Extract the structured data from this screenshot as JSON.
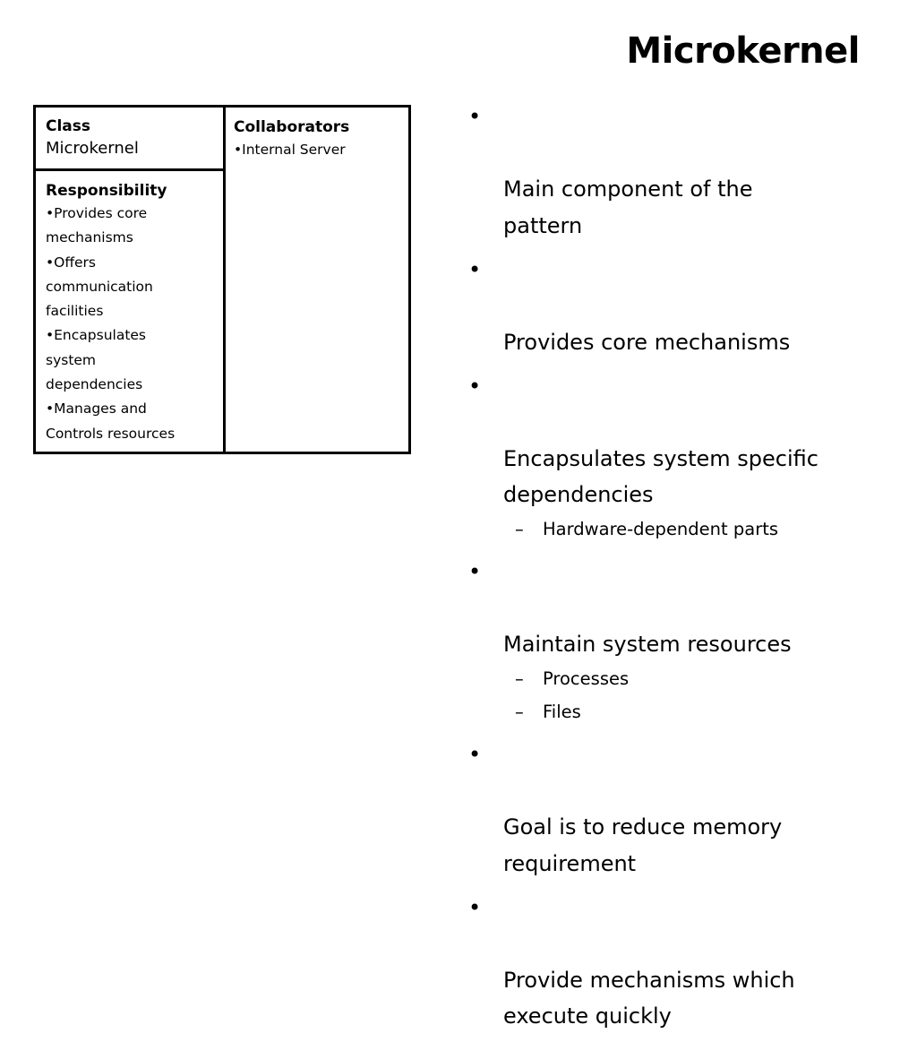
{
  "title": "Microkernel",
  "crc_card": {
    "class_label": "Class",
    "class_name": "Microkernel",
    "responsibility_label": "Responsibility",
    "responsibilities": [
      "•Provides core\nmechanisms",
      "•Offers\ncommunication\nfacilities",
      "•Encapsulates\nsystem\ndependencies",
      "•Manages and\nControls resources"
    ],
    "collaborators_label": "Collaborators",
    "collaborators": [
      "•Internal Server"
    ]
  },
  "bullets": {
    "marker": "•",
    "sub_marker": "–",
    "items": [
      "Main component of the\npattern",
      "Provides core mechanisms",
      "Encapsulates system specific\ndependencies",
      "Hardware-dependent parts",
      "Maintain system resources",
      "Processes",
      "Files",
      "Goal is to reduce memory\nrequirement",
      "Provide mechanisms which\nexecute quickly"
    ]
  }
}
